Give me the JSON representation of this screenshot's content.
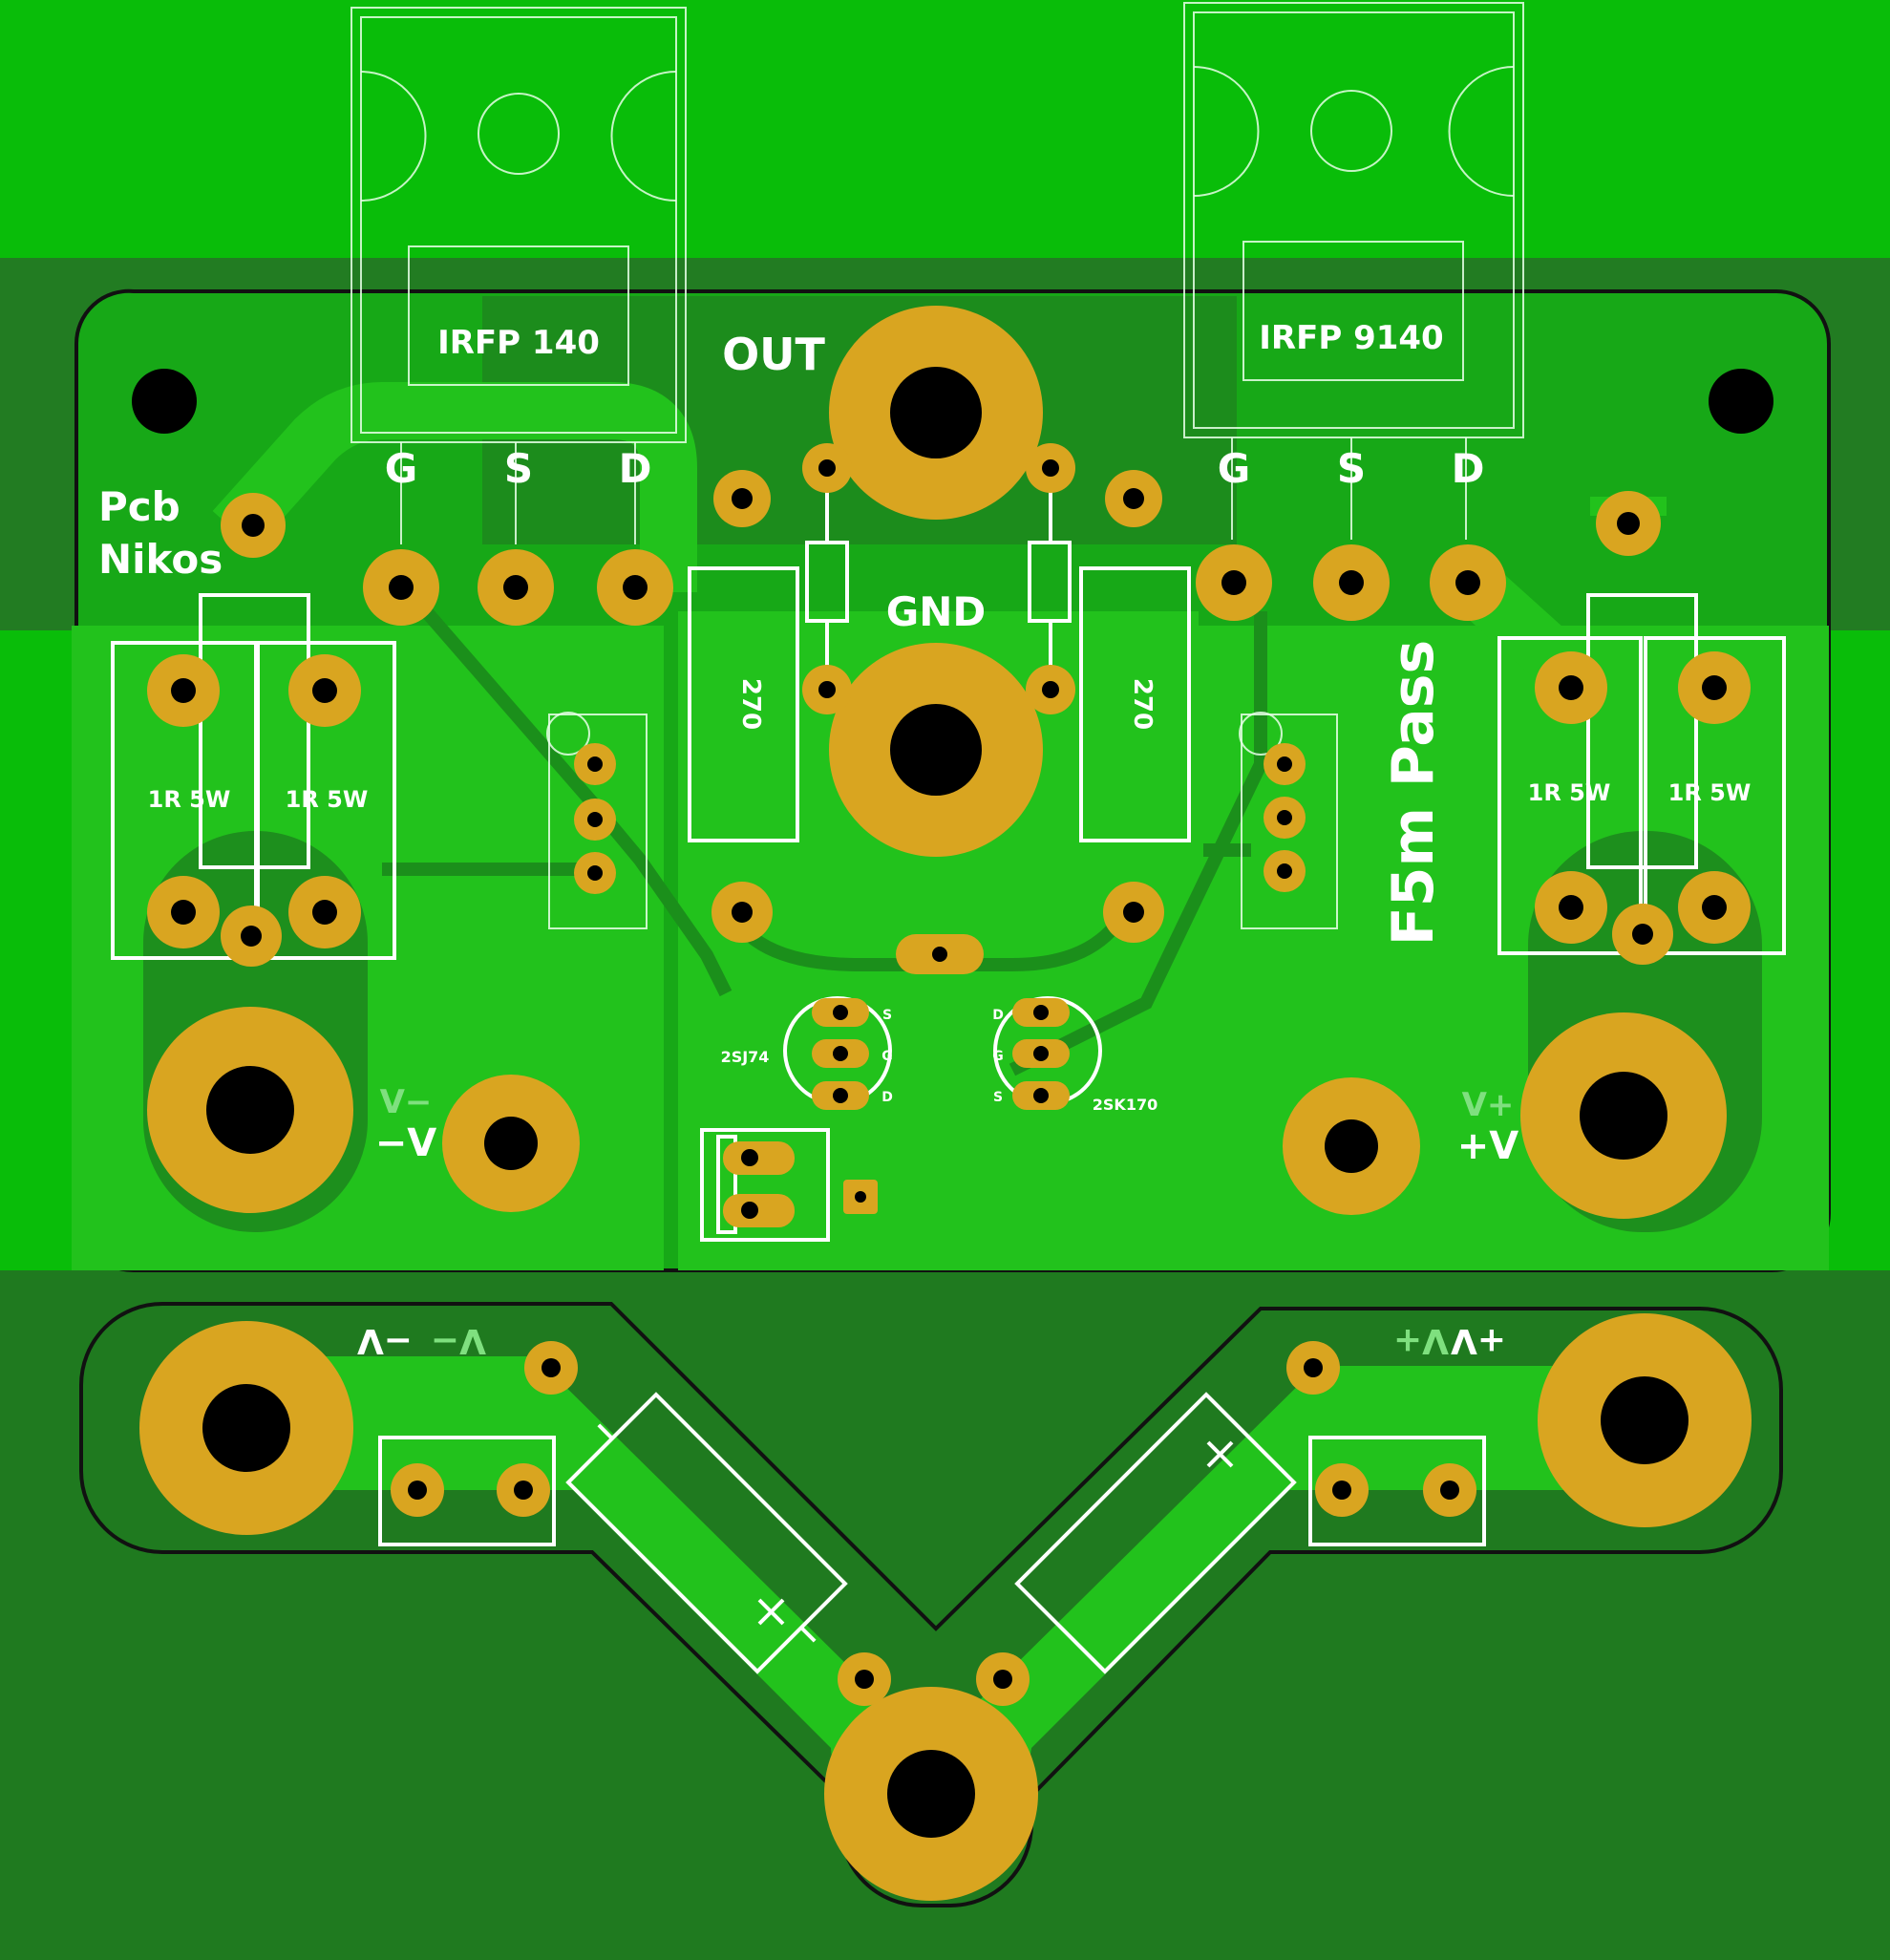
{
  "board": {
    "credit_line1": "Pcb",
    "credit_line2": "Nikos",
    "project_title": "F5m Pass",
    "net_out": "OUT",
    "net_gnd": "GND",
    "supply_neg": "−V",
    "supply_pos": "+V",
    "supply_neg_shadow": "V−",
    "supply_pos_shadow": "V+",
    "lower_neg_a": "−V",
    "lower_neg_b": "V−",
    "lower_pos_a": "V+",
    "lower_pos_b": "+V"
  },
  "mosfets": [
    {
      "part": "IRFP 140",
      "pins": [
        "G",
        "S",
        "D"
      ]
    },
    {
      "part": "IRFP 9140",
      "pins": [
        "G",
        "S",
        "D"
      ]
    }
  ],
  "resistors": {
    "left_pair": [
      "1R 5W",
      "1R 5W"
    ],
    "right_pair": [
      "1R 5W",
      "1R 5W"
    ],
    "r270_left": "270",
    "r270_right": "270"
  },
  "jfets": [
    {
      "part": "2SJ74",
      "pins": [
        "S",
        "G",
        "D"
      ]
    },
    {
      "part": "2SK170",
      "pins": [
        "D",
        "G",
        "S"
      ]
    }
  ],
  "colors": {
    "board_bg": "#1f7a1f",
    "copper_bright": "#22c21c",
    "top_band": "#09bd09",
    "band_dark": "#1e7a1e",
    "pad_gold": "#d9a520",
    "hole": "#000000",
    "silkscreen": "#ffffff"
  }
}
